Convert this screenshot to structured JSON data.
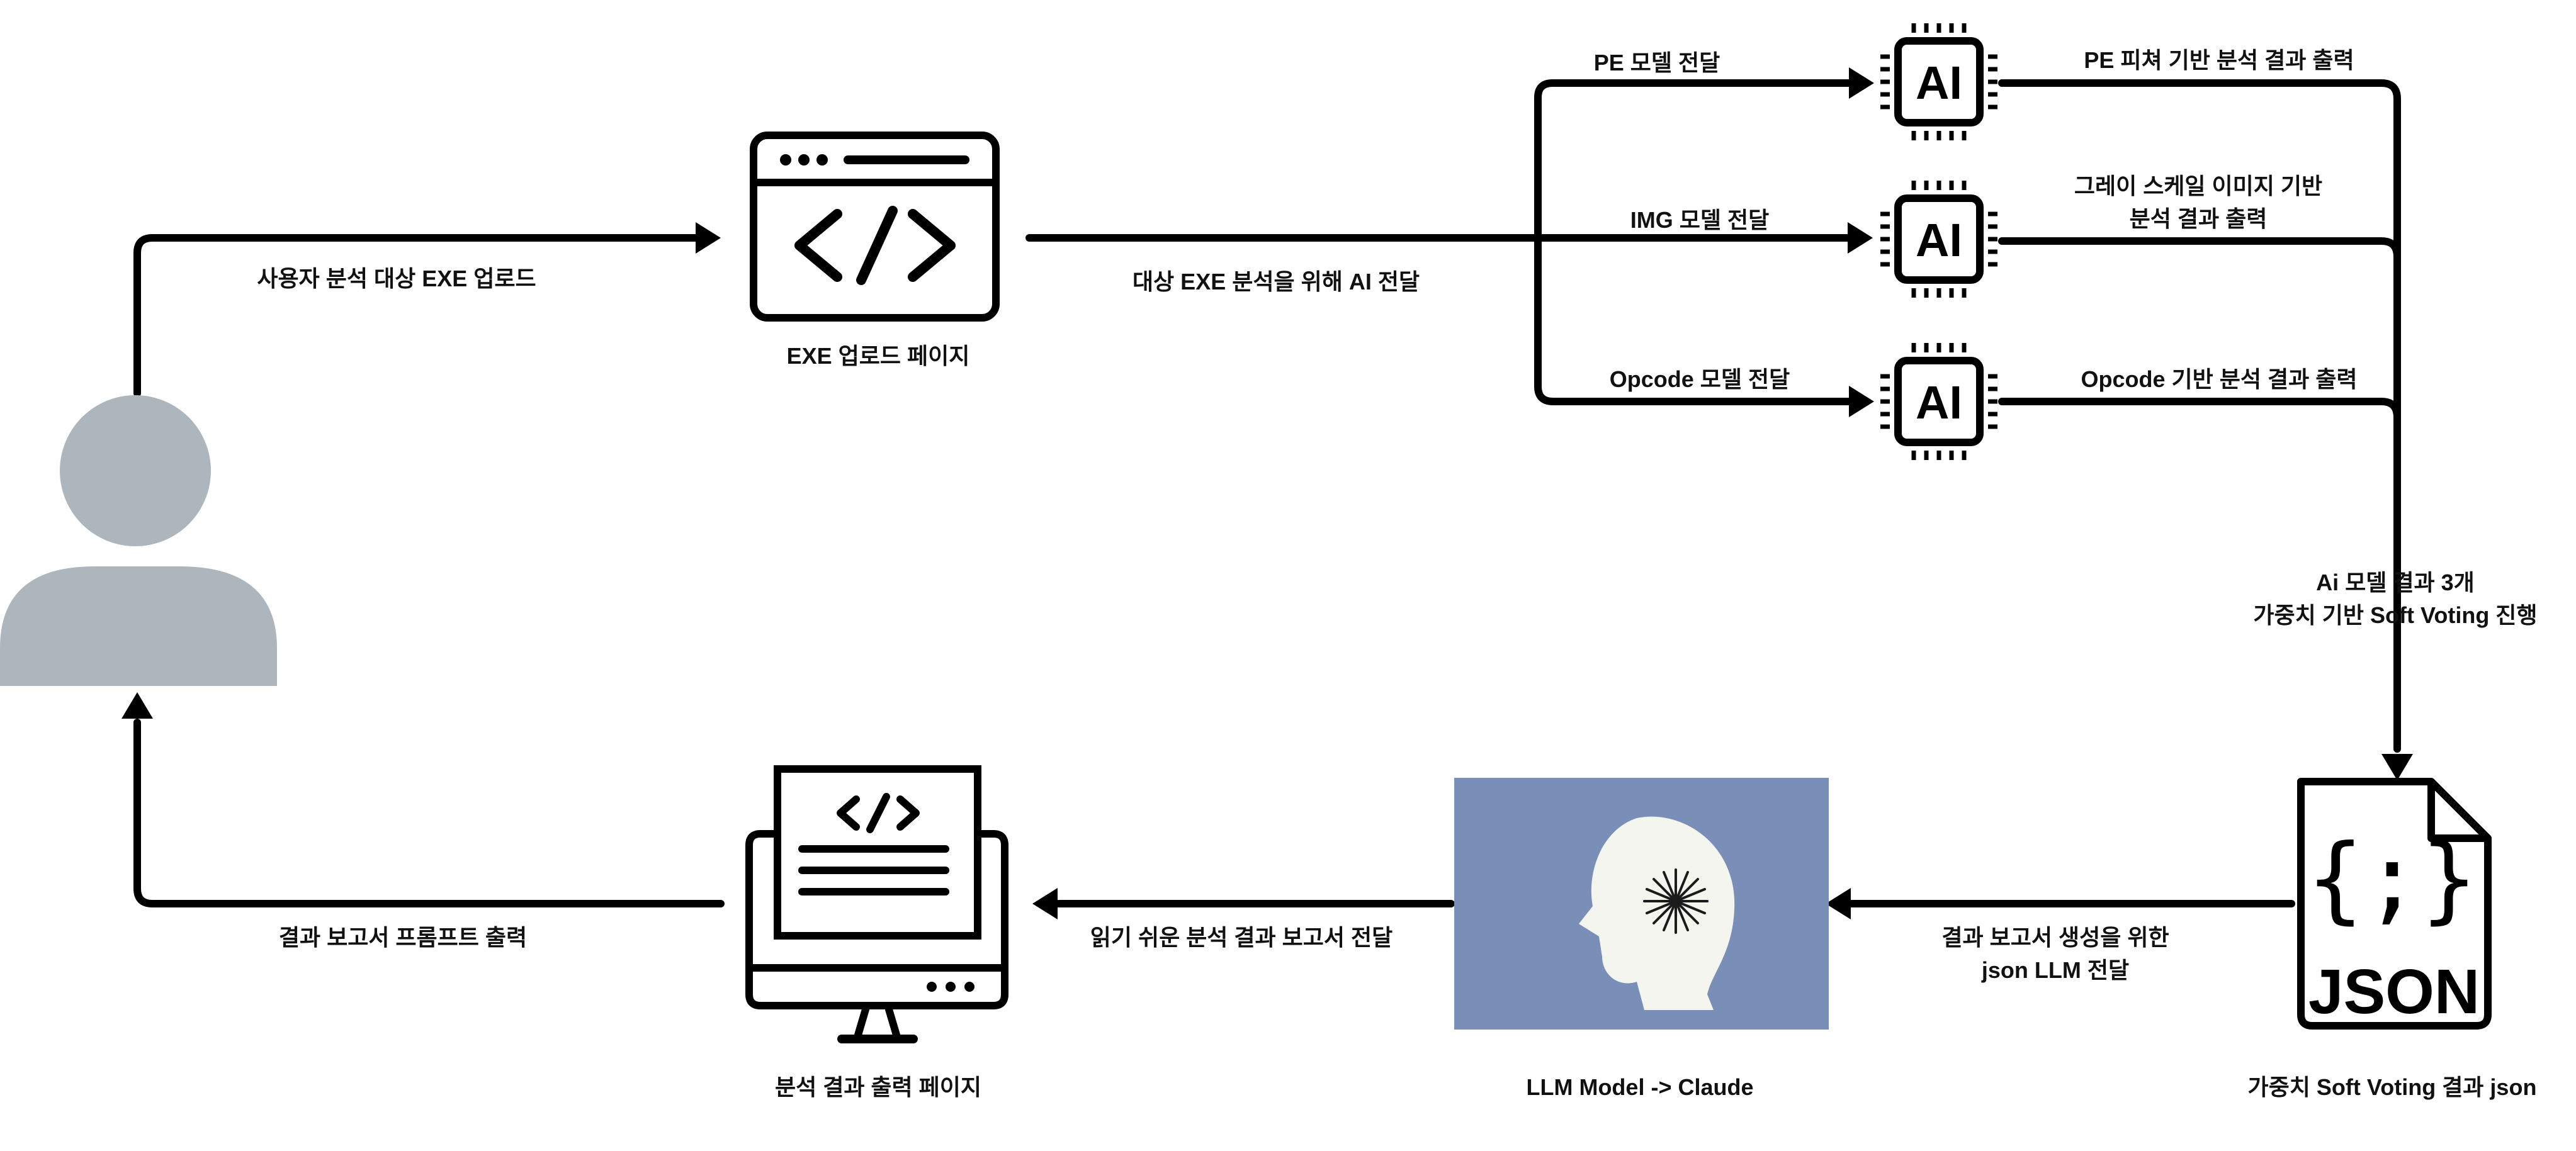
{
  "nodes": {
    "exe_upload_page": "EXE 업로드 페이지",
    "result_page": "분석 결과 출력 페이지",
    "llm_model": "LLM Model -> Claude",
    "json_result": "가중치 Soft Voting 결과 json",
    "ai_chip_text": "AI",
    "json_text": "JSON",
    "json_braces": "{;}"
  },
  "edges": {
    "user_upload": "사용자 분석 대상 EXE 업로드",
    "send_to_ai": "대상 EXE 분석을 위해 AI 전달",
    "pe_model": "PE 모델 전달",
    "img_model": "IMG 모델 전달",
    "opcode_model": "Opcode 모델 전달",
    "pe_result": "PE 피쳐 기반 분석 결과 출력",
    "img_result_line1": "그레이 스케일 이미지 기반",
    "img_result_line2": "분석 결과 출력",
    "opcode_result": "Opcode 기반 분석 결과 출력",
    "voting_line1": "Ai 모델 결과 3개",
    "voting_line2": "가중치 기반 Soft Voting 진행",
    "json_to_llm_line1": "결과 보고서 생성을 위한",
    "json_to_llm_line2": "json LLM 전달",
    "report_delivery": "읽기 쉬운 분석 결과 보고서 전달",
    "report_output": "결과 보고서 프롬프트 출력"
  },
  "colors": {
    "user_icon": "#adb5bd",
    "llm_background": "#7a8fb8",
    "llm_head": "#f5f5f0",
    "line": "#000000"
  },
  "icons": {
    "user": "user-icon",
    "exe_page": "code-window-icon",
    "ai": "ai-chip-icon",
    "json": "json-file-icon",
    "llm": "claude-head-icon",
    "result": "monitor-report-icon"
  }
}
